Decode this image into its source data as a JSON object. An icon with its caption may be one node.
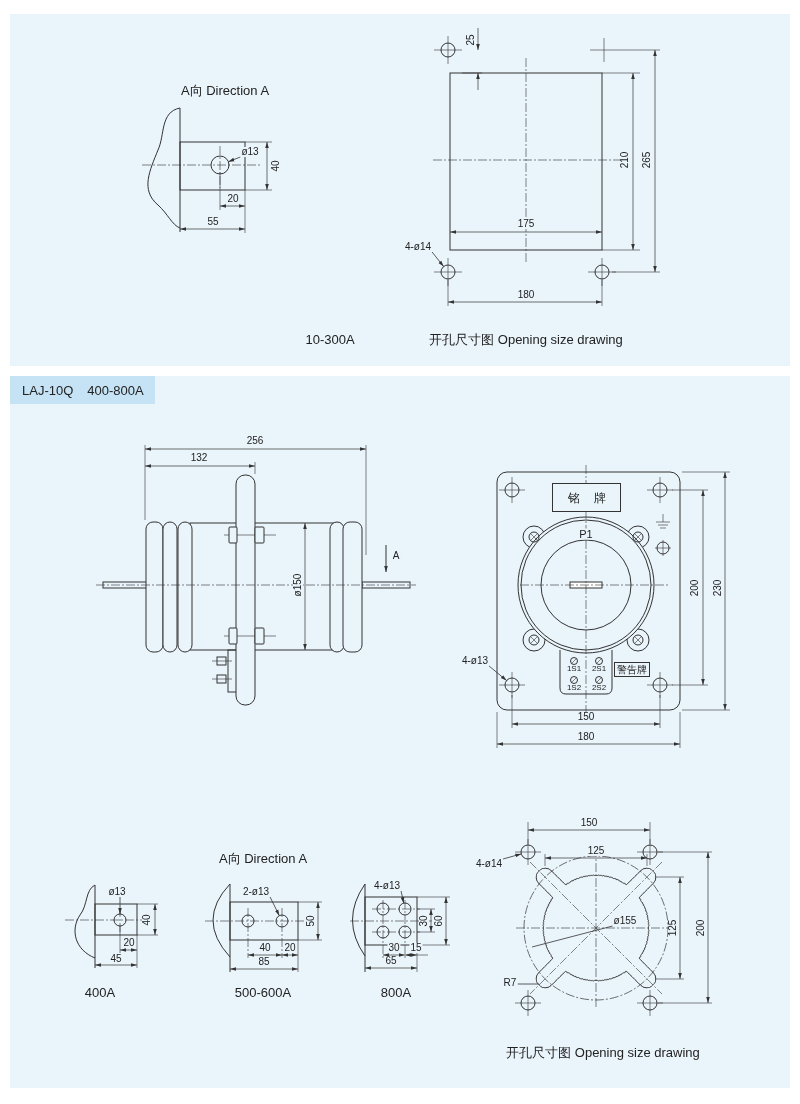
{
  "diagram": {
    "nodes": [
      {
        "text": [
          "LAJ-10Q",
          "400-800A"
        ]
      },
      {
        "text": [
          "铭牌"
        ]
      },
      {
        "text": [
          "警告牌"
        ]
      },
      {
        "text": [
          "ø13"
        ]
      },
      {
        "text": [
          "4-ø14"
        ]
      },
      {
        "text": [
          "4-ø13"
        ]
      },
      {
        "text": [
          "ø13"
        ]
      },
      {
        "text": [
          "2-ø13"
        ]
      },
      {
        "text": [
          "4-ø13"
        ]
      },
      {
        "text": [
          "4-ø14"
        ]
      },
      {
        "text": [
          "ø155"
        ]
      },
      {
        "text": [
          "R7"
        ]
      },
      {
        "text": [],
        "shape": "circle"
      },
      {
        "text": [],
        "shape": "circle"
      },
      {
        "text": [],
        "shape": "circle"
      },
      {
        "text": [],
        "shape": "circle"
      },
      {
        "text": [],
        "shape": "circle"
      },
      {
        "text": [],
        "shape": "circle"
      },
      {
        "text": [],
        "shape": "circle"
      }
    ],
    "edges": [
      {
        "from": 3,
        "to": 12,
        "arrow": "to"
      },
      {
        "from": 4,
        "to": 13,
        "arrow": "to"
      },
      {
        "from": 5,
        "to": 14,
        "arrow": "to"
      },
      {
        "from": 6,
        "to": 15,
        "arrow": "to"
      },
      {
        "from": 7,
        "to": 16,
        "arrow": "to"
      },
      {
        "from": 8,
        "to": 17,
        "arrow": "to"
      },
      {
        "from": 9,
        "to": 18,
        "arrow": "to"
      },
      {
        "from": 10,
        "to": null,
        "arrow": "none"
      },
      {
        "from": 11,
        "to": null,
        "arrow": "none"
      }
    ],
    "labels": [
      "25",
      "A向 Direction A",
      "40",
      "210",
      "265",
      "20",
      "55",
      "175",
      "180",
      "10-300A",
      "开孔尺寸图 Opening size drawing",
      "256",
      "132",
      "A",
      "P1",
      "ø150",
      "200",
      "230",
      "1S1",
      "2S1",
      "1S2",
      "2S2",
      "150",
      "180",
      "A向 Direction A",
      "40",
      "20",
      "45",
      "50",
      "40",
      "20",
      "85",
      "30",
      "60",
      "30",
      "15",
      "65",
      "400A",
      "500-600A",
      "800A",
      "150",
      "125",
      "125",
      "200",
      "开孔尺寸图 Opening size drawing"
    ]
  }
}
